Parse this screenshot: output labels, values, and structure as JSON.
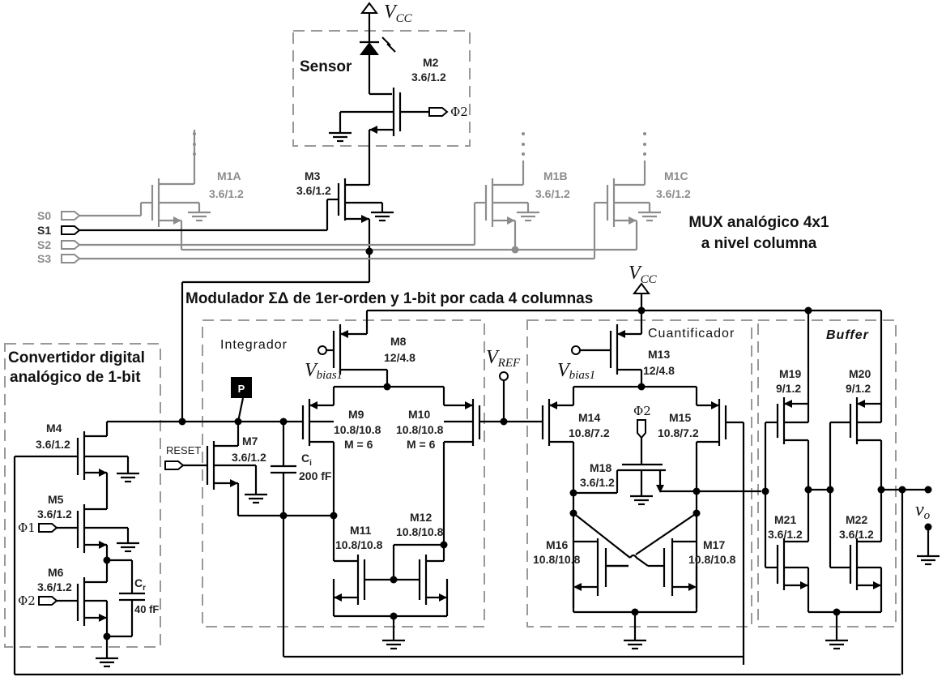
{
  "diagram": {
    "type": "circuit-schematic",
    "supply": {
      "vcc": "V",
      "vcc_sub": "CC"
    },
    "blocks": {
      "sensor": "Sensor",
      "mux_line1": "MUX analógico 4x1",
      "mux_line2": "a nivel columna",
      "modulator": "Modulador ΣΔ de 1er-orden y 1-bit por cada 4 columnas",
      "dac_line1": "Convertidor digital",
      "dac_line2": "analógico de 1-bit",
      "integrator": "Integrador",
      "quantizer": "Cuantificador",
      "buffer": "Buffer"
    },
    "signals": {
      "s0": "S0",
      "s1": "S1",
      "s2": "S2",
      "s3": "S3",
      "reset": "RESET",
      "phi1": "Φ1",
      "phi2": "Φ2",
      "vbias_v": "V",
      "vbias_sub": "bias1",
      "vref_v": "V",
      "vref_sub": "REF",
      "vo_v": "v",
      "vo_sub": "o",
      "node_p": "P"
    },
    "transistors": [
      {
        "name": "M1A",
        "size": "3.6/1.2"
      },
      {
        "name": "M1B",
        "size": "3.6/1.2"
      },
      {
        "name": "M1C",
        "size": "3.6/1.2"
      },
      {
        "name": "M2",
        "size": "3.6/1.2"
      },
      {
        "name": "M3",
        "size": "3.6/1.2"
      },
      {
        "name": "M4",
        "size": "3.6/1.2"
      },
      {
        "name": "M5",
        "size": "3.6/1.2"
      },
      {
        "name": "M6",
        "size": "3.6/1.2"
      },
      {
        "name": "M7",
        "size": "3.6/1.2"
      },
      {
        "name": "M8",
        "size": "12/4.8"
      },
      {
        "name": "M9",
        "size": "10.8/10.8",
        "mult": "M = 6"
      },
      {
        "name": "M10",
        "size": "10.8/10.8",
        "mult": "M = 6"
      },
      {
        "name": "M11",
        "size": "10.8/10.8"
      },
      {
        "name": "M12",
        "size": "10.8/10.8"
      },
      {
        "name": "M13",
        "size": "12/4.8"
      },
      {
        "name": "M14",
        "size": "10.8/7.2"
      },
      {
        "name": "M15",
        "size": "10.8/7.2"
      },
      {
        "name": "M16",
        "size": "10.8/10.8"
      },
      {
        "name": "M17",
        "size": "10.8/10.8"
      },
      {
        "name": "M18",
        "size": "3.6/1.2"
      },
      {
        "name": "M19",
        "size": "9/1.2"
      },
      {
        "name": "M20",
        "size": "9/1.2"
      },
      {
        "name": "M21",
        "size": "3.6/1.2"
      },
      {
        "name": "M22",
        "size": "3.6/1.2"
      }
    ],
    "capacitors": [
      {
        "name": "C",
        "sub": "i",
        "value": "200 fF"
      },
      {
        "name": "C",
        "sub": "r",
        "value": "40 fF"
      }
    ]
  }
}
